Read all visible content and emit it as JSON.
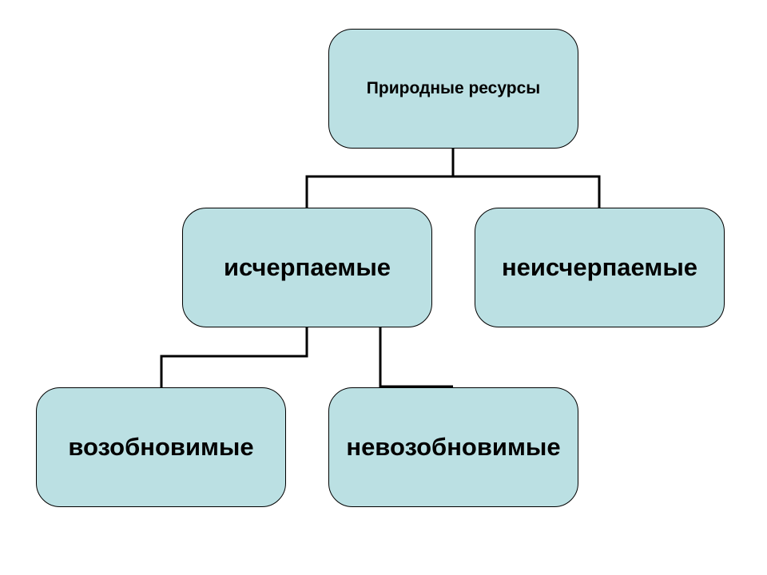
{
  "colors": {
    "node_fill": "#BBE0E3",
    "line": "#000000"
  },
  "nodes": {
    "root": "Природные ресурсы",
    "exhaustible": "исчерпаемые",
    "inexhaustible": "неисчерпаемые",
    "renewable": "возобновимые",
    "nonrenewable": "невозобновимые"
  }
}
